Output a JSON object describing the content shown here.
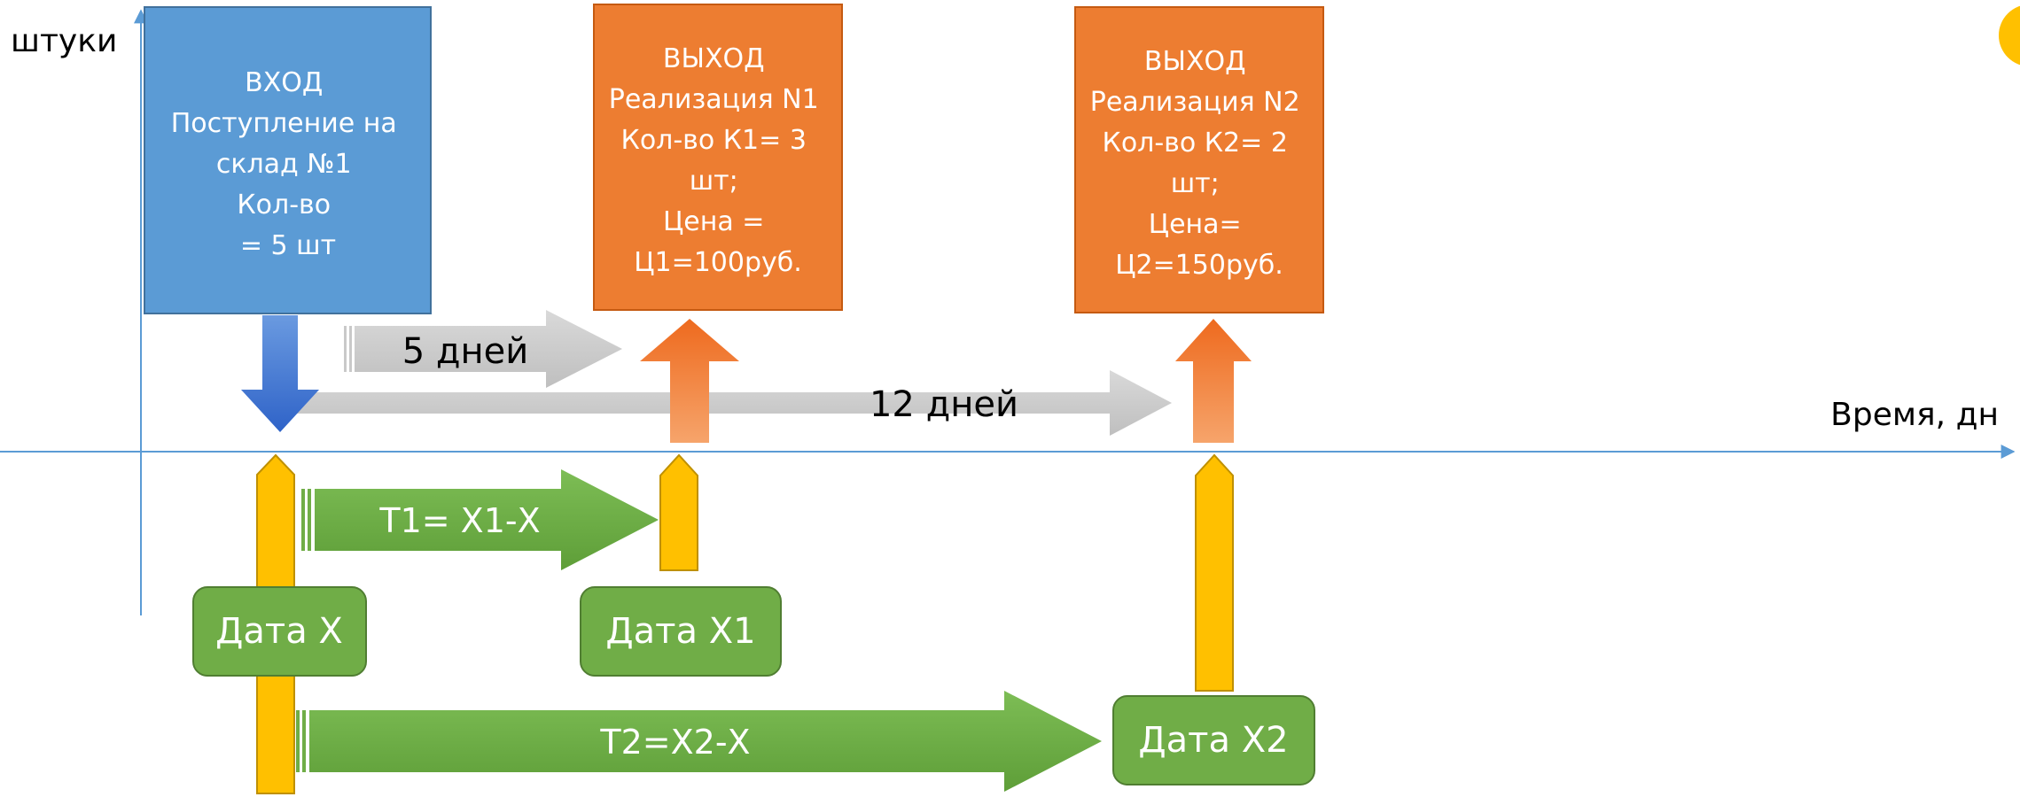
{
  "axes": {
    "y_label": "штуки",
    "x_label": "Время, дн"
  },
  "boxes": {
    "input": {
      "lines": [
        "ВХОД",
        "Поступление на",
        "склад №1",
        "Кол-во",
        "= 5 шт"
      ],
      "color": "#5B9BD5"
    },
    "output1": {
      "lines": [
        "ВЫХОД",
        "Реализация N1",
        "Кол-во К1= 3",
        "шт;",
        "Цена =",
        "Ц1=100руб."
      ],
      "color": "#ED7D31"
    },
    "output2": {
      "lines": [
        "ВЫХОД",
        "Реализация N2",
        "Кол-во К2= 2",
        "шт;",
        "Цена=",
        "Ц2=150руб."
      ],
      "color": "#ED7D31"
    }
  },
  "gray_arrows": {
    "days5": "5 дней",
    "days12": "12 дней",
    "color": "#C9C9C9"
  },
  "green_arrows": {
    "t1": "Т1= Х1-Х",
    "t2": "Т2=Х2-Х",
    "color": "#70AD47"
  },
  "date_boxes": {
    "x": "Дата Х",
    "x1": "Дата Х1",
    "x2": "Дата Х2",
    "color": "#70AD47"
  },
  "colors": {
    "axis": "#5B9BD5",
    "yellow": "#FFC000",
    "down_arrow": "#3A6FCB",
    "up_arrow": "#ED7D31"
  }
}
